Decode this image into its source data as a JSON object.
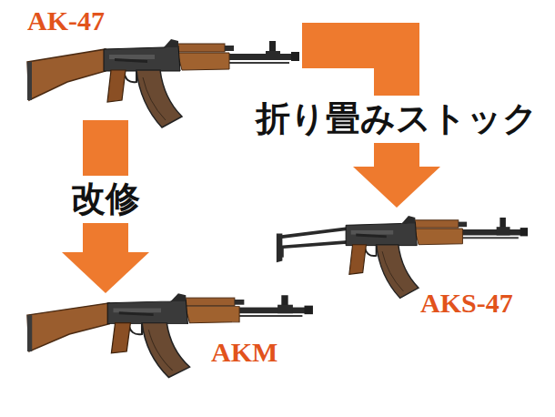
{
  "diagram": {
    "nodes": [
      {
        "text": [
          "AK-47"
        ]
      },
      {
        "text": [
          "AKM"
        ]
      },
      {
        "text": [
          "AKS-47"
        ]
      }
    ],
    "edges": [
      {
        "from": 0,
        "to": 1,
        "arrow": "to",
        "label": "改修"
      },
      {
        "from": 0,
        "to": 2,
        "arrow": "to",
        "label": "折り畳みストック"
      }
    ]
  }
}
